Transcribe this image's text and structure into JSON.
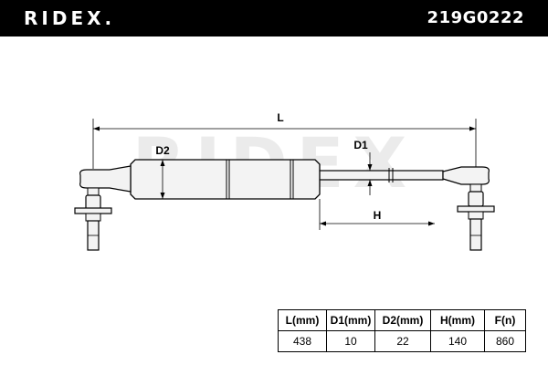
{
  "header": {
    "brand": "RIDEX.",
    "part_number": "219G0222"
  },
  "watermark": "RIDEX",
  "dimensions": {
    "L": "L",
    "D1": "D1",
    "D2": "D2",
    "H": "H"
  },
  "spec_table": {
    "headers": [
      "L(mm)",
      "D1(mm)",
      "D2(mm)",
      "H(mm)",
      "F(n)"
    ],
    "values": [
      "438",
      "10",
      "22",
      "140",
      "860"
    ]
  },
  "colors": {
    "header_bg": "#000000",
    "header_text": "#ffffff",
    "body_fill": "#f3f3f3",
    "line": "#000000"
  },
  "icons": {
    "left_fitting": "ball-stud-icon",
    "right_fitting": "ball-stud-icon"
  }
}
